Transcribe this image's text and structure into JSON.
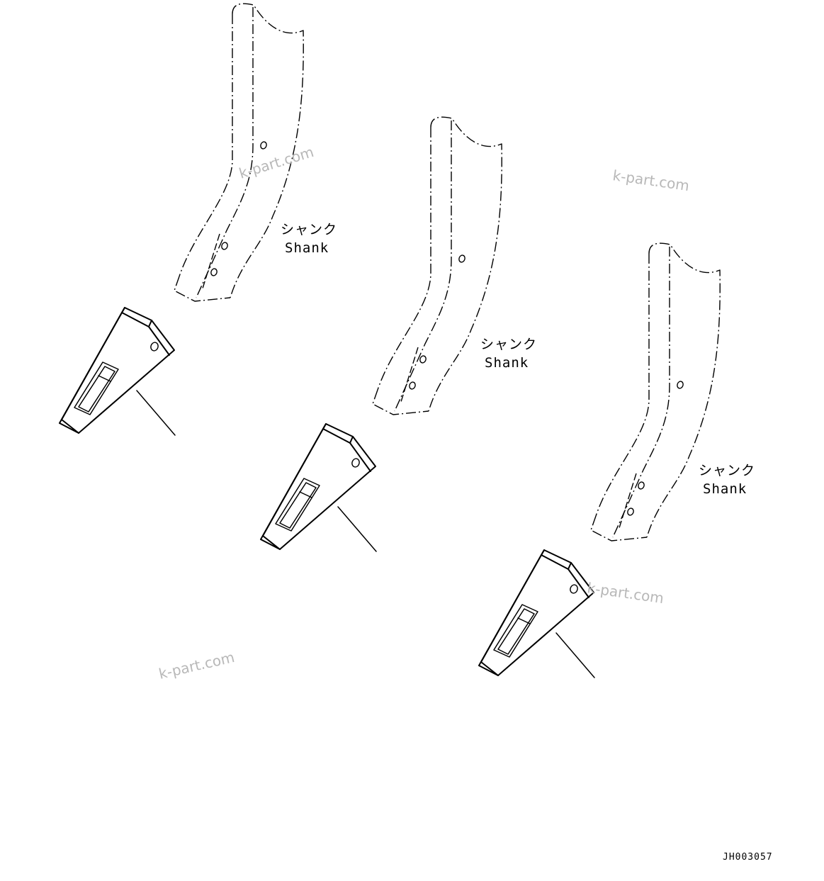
{
  "labels": {
    "shank_jp": "シャンク",
    "shank_en": "Shank"
  },
  "watermark": "k-part.com",
  "drawing_code": "JH003057"
}
